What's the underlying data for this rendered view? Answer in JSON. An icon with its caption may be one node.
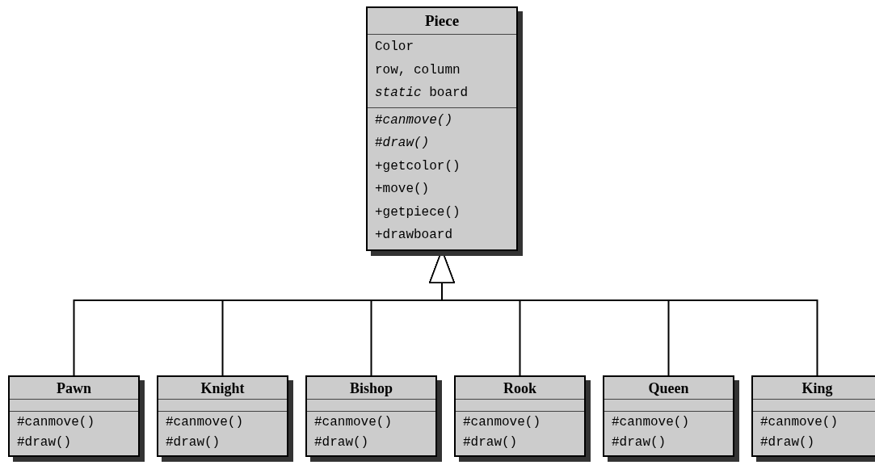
{
  "diagram": {
    "nodes": [
      {
        "text": [
          "Piece",
          "Color",
          "row, column",
          "*static* board",
          "#*canmove()*",
          "#*draw()*",
          "+getcolor()",
          "+move()",
          "+getpiece()",
          "+drawboard"
        ]
      },
      {
        "text": [
          "Pawn",
          "#canmove()",
          "#draw()"
        ]
      },
      {
        "text": [
          "Knight",
          "#canmove()",
          "#draw()"
        ]
      },
      {
        "text": [
          "Bishop",
          "#canmove()",
          "#draw()"
        ]
      },
      {
        "text": [
          "Rook",
          "#canmove()",
          "#draw()"
        ]
      },
      {
        "text": [
          "Queen",
          "#canmove()",
          "#draw()"
        ]
      },
      {
        "text": [
          "King",
          "#canmove()",
          "#draw()"
        ]
      }
    ],
    "edges": [
      {
        "from": 1,
        "to": 0,
        "arrow": "to"
      },
      {
        "from": 2,
        "to": 0,
        "arrow": "to"
      },
      {
        "from": 3,
        "to": 0,
        "arrow": "to"
      },
      {
        "from": 4,
        "to": 0,
        "arrow": "to"
      },
      {
        "from": 5,
        "to": 0,
        "arrow": "to"
      },
      {
        "from": 6,
        "to": 0,
        "arrow": "to"
      }
    ]
  }
}
